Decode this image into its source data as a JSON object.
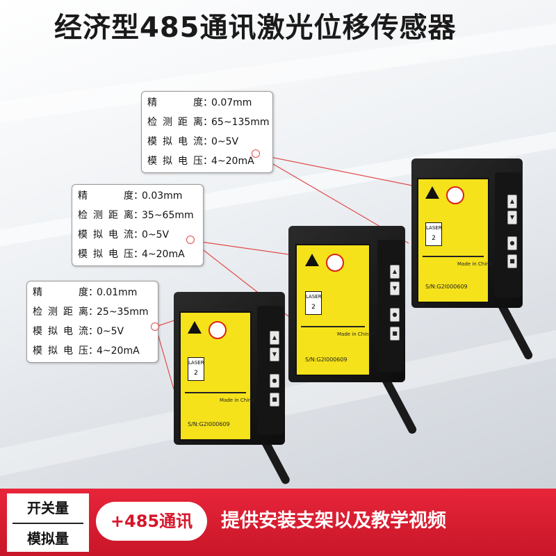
{
  "title": "经济型485通讯激光位移传感器",
  "spec_cards": [
    {
      "rows": [
        {
          "key": "精　　度",
          "value": "0.07mm"
        },
        {
          "key": "检测距离",
          "value": "65~135mm"
        },
        {
          "key": "模拟电流",
          "value": "0~5V"
        },
        {
          "key": "模拟电压",
          "value": "4~20mA"
        }
      ]
    },
    {
      "rows": [
        {
          "key": "精　　度",
          "value": "0.03mm"
        },
        {
          "key": "检测距离",
          "value": "35~65mm"
        },
        {
          "key": "模拟电流",
          "value": "0~5V"
        },
        {
          "key": "模拟电压",
          "value": "4~20mA"
        }
      ]
    },
    {
      "rows": [
        {
          "key": "精　　度",
          "value": "0.01mm"
        },
        {
          "key": "检测距离",
          "value": "25~35mm"
        },
        {
          "key": "模拟电流",
          "value": "0~5V"
        },
        {
          "key": "模拟电压",
          "value": "4~20mA"
        }
      ]
    }
  ],
  "sensors": [
    {
      "laser": "LASER",
      "class": "2",
      "sn": "S/N:G2I000609",
      "made": "Made in China"
    },
    {
      "laser": "LASER",
      "class": "2",
      "sn": "S/N:G2I000609",
      "made": "Made in China"
    },
    {
      "laser": "LASER",
      "class": "2",
      "sn": "S/N:G2I000609",
      "made": "Made in China"
    }
  ],
  "footer": {
    "mode_switch": "开关量",
    "mode_analog": "模拟量",
    "plus_485": "+485通讯",
    "promo": "提供安装支架以及教学视频"
  },
  "colors": {
    "accent_red": "#d6162a",
    "label_yellow": "#f5e21b",
    "laser_line": "#e04b4b"
  }
}
